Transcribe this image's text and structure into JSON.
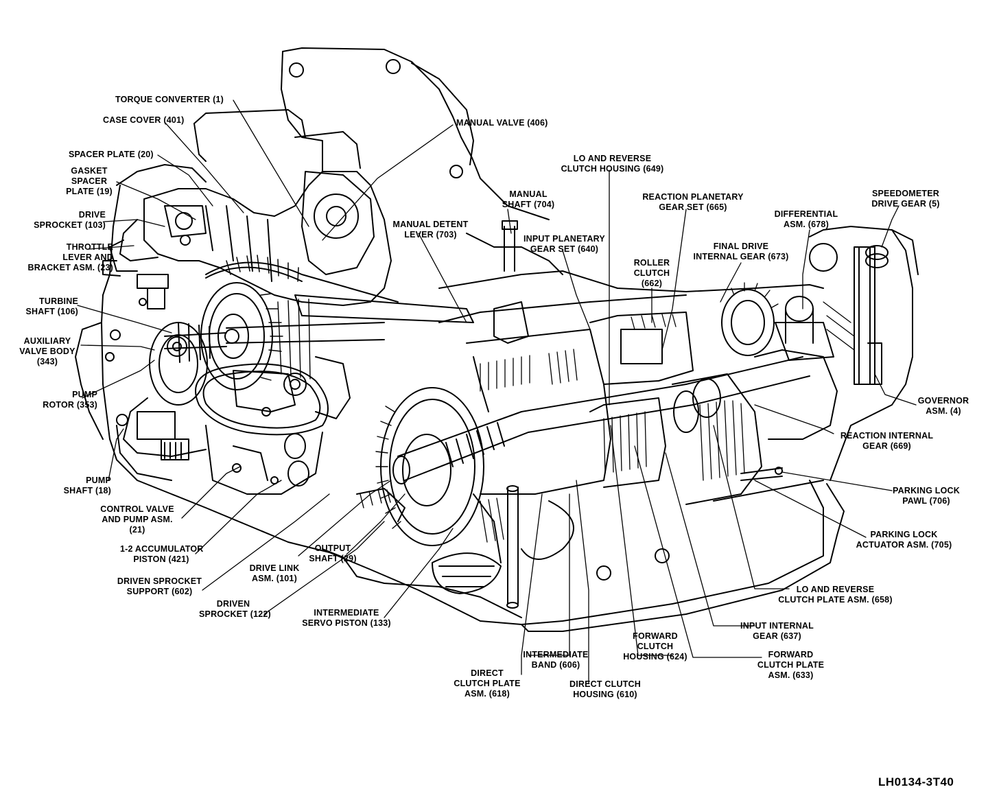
{
  "figure_code": "LH0134-3T40",
  "callouts": [
    {
      "id": "torque-converter",
      "text": "TORQUE CONVERTER (1)"
    },
    {
      "id": "case-cover",
      "text": "CASE COVER (401)"
    },
    {
      "id": "manual-valve",
      "text": "MANUAL VALVE (406)"
    },
    {
      "id": "spacer-plate",
      "text": "SPACER PLATE (20)"
    },
    {
      "id": "gasket-spacer-plate",
      "text": "GASKET\nSPACER\nPLATE (19)"
    },
    {
      "id": "drive-sprocket",
      "text": "DRIVE\nSPROCKET (103)"
    },
    {
      "id": "throttle-lever",
      "text": "THROTTLE\nLEVER AND\nBRACKET ASM. (23)"
    },
    {
      "id": "turbine-shaft",
      "text": "TURBINE\nSHAFT (106)"
    },
    {
      "id": "auxiliary-valve-body",
      "text": "AUXILIARY\nVALVE BODY\n(343)"
    },
    {
      "id": "pump-rotor",
      "text": "PUMP\nROTOR (353)"
    },
    {
      "id": "pump-shaft",
      "text": "PUMP\nSHAFT (18)"
    },
    {
      "id": "control-valve",
      "text": "CONTROL VALVE\nAND PUMP ASM.\n(21)"
    },
    {
      "id": "accumulator-piston",
      "text": "1-2 ACCUMULATOR\nPISTON (421)"
    },
    {
      "id": "driven-sprocket-support",
      "text": "DRIVEN SPROCKET\nSUPPORT (602)"
    },
    {
      "id": "driven-sprocket",
      "text": "DRIVEN\nSPROCKET (122)"
    },
    {
      "id": "output-shaft",
      "text": "OUTPUT\nSHAFT (29)"
    },
    {
      "id": "drive-link",
      "text": "DRIVE LINK\nASM. (101)"
    },
    {
      "id": "intermediate-servo-piston",
      "text": "INTERMEDIATE\nSERVO PISTON (133)"
    },
    {
      "id": "manual-shaft",
      "text": "MANUAL\nSHAFT (704)"
    },
    {
      "id": "manual-detent-lever",
      "text": "MANUAL DETENT\nLEVER (703)"
    },
    {
      "id": "lo-reverse-housing",
      "text": "LO AND REVERSE\nCLUTCH HOUSING (649)"
    },
    {
      "id": "input-planetary",
      "text": "INPUT PLANETARY\nGEAR SET (640)"
    },
    {
      "id": "reaction-planetary",
      "text": "REACTION PLANETARY\nGEAR SET (665)"
    },
    {
      "id": "roller-clutch",
      "text": "ROLLER\nCLUTCH\n(662)"
    },
    {
      "id": "final-drive-internal-gear",
      "text": "FINAL DRIVE\nINTERNAL GEAR (673)"
    },
    {
      "id": "differential",
      "text": "DIFFERENTIAL\nASM. (678)"
    },
    {
      "id": "speedometer-drive-gear",
      "text": "SPEEDOMETER\nDRIVE GEAR (5)"
    },
    {
      "id": "governor",
      "text": "GOVERNOR\nASM. (4)"
    },
    {
      "id": "reaction-internal-gear",
      "text": "REACTION INTERNAL\nGEAR (669)"
    },
    {
      "id": "parking-lock-pawl",
      "text": "PARKING LOCK\nPAWL (706)"
    },
    {
      "id": "parking-lock-actuator",
      "text": "PARKING LOCK\nACTUATOR ASM. (705)"
    },
    {
      "id": "lo-reverse-plate",
      "text": "LO AND REVERSE\nCLUTCH PLATE ASM. (658)"
    },
    {
      "id": "input-internal-gear",
      "text": "INPUT INTERNAL\nGEAR (637)"
    },
    {
      "id": "forward-clutch-plate",
      "text": "FORWARD\nCLUTCH PLATE\nASM. (633)"
    },
    {
      "id": "forward-clutch-housing",
      "text": "FORWARD\nCLUTCH\nHOUSING (624)"
    },
    {
      "id": "direct-clutch-housing",
      "text": "DIRECT CLUTCH\nHOUSING (610)"
    },
    {
      "id": "intermediate-band",
      "text": "INTERMEDIATE\nBAND (606)"
    },
    {
      "id": "direct-clutch-plate",
      "text": "DIRECT\nCLUTCH PLATE\nASM. (618)"
    }
  ]
}
